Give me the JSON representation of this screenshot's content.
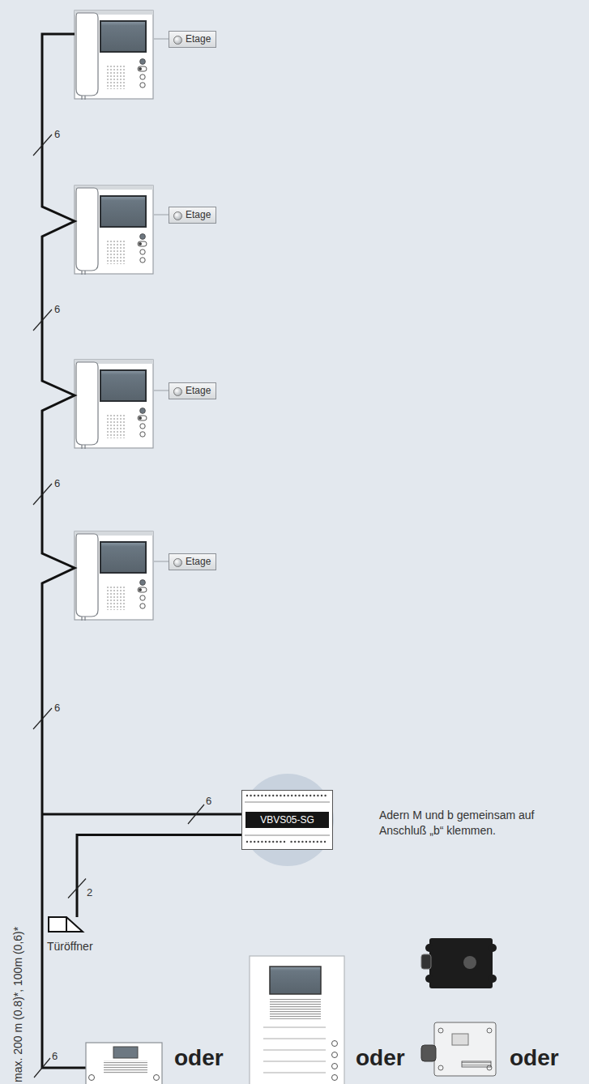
{
  "diagram": {
    "nodes": [
      {
        "text": [
          "Etage"
        ]
      },
      {
        "text": [
          "Etage"
        ]
      },
      {
        "text": [
          "Etage"
        ]
      },
      {
        "text": [
          "Etage"
        ]
      },
      {
        "text": [
          "VBVS05-SG"
        ]
      },
      {
        "text": [
          "Türöffner"
        ]
      }
    ],
    "edges": [
      {
        "from": 4,
        "to": 5,
        "label": "2",
        "arrow": "none"
      }
    ],
    "labels": [
      "6",
      "6",
      "6",
      "6",
      "6",
      "Adern M und b gemeinsam auf Anschluß „b“ klemmen.",
      "max. 200 m (0.8)*, 100m (0,6)*",
      "6",
      "oder",
      "oder",
      "oder"
    ]
  }
}
